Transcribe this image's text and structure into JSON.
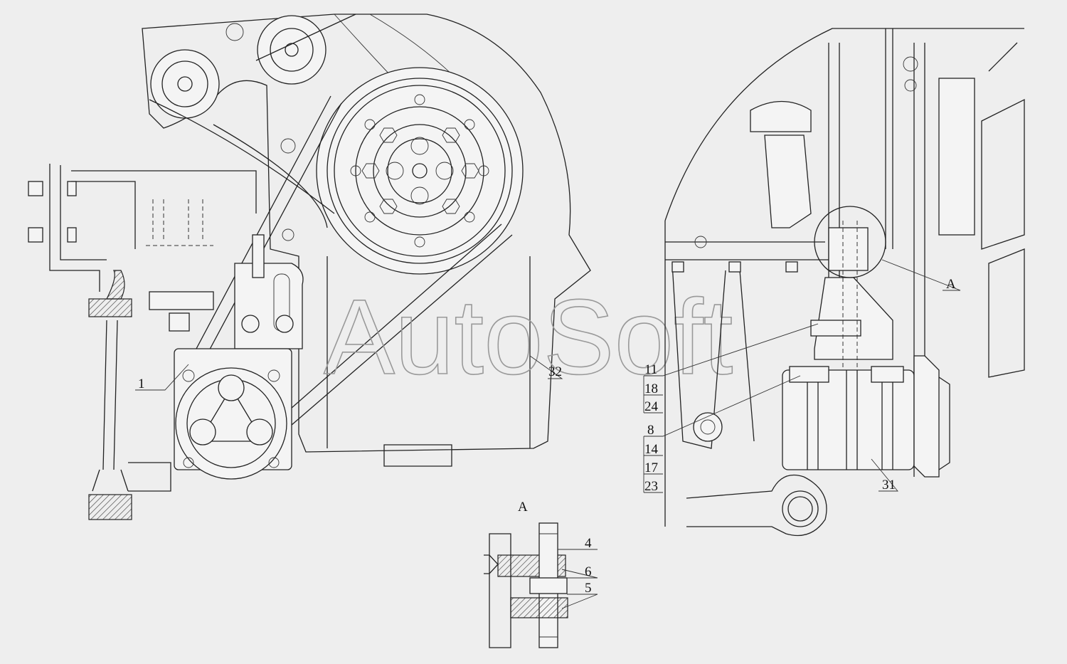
{
  "watermark": "AutoSoft",
  "view_a_title": "A",
  "callouts": {
    "c1": "1",
    "c32": "32",
    "c11": "11",
    "c18": "18",
    "c24": "24",
    "c8": "8",
    "c14": "14",
    "c17": "17",
    "c23": "23",
    "c31": "31",
    "cA": "A",
    "c4": "4",
    "c6": "6",
    "c5": "5"
  }
}
